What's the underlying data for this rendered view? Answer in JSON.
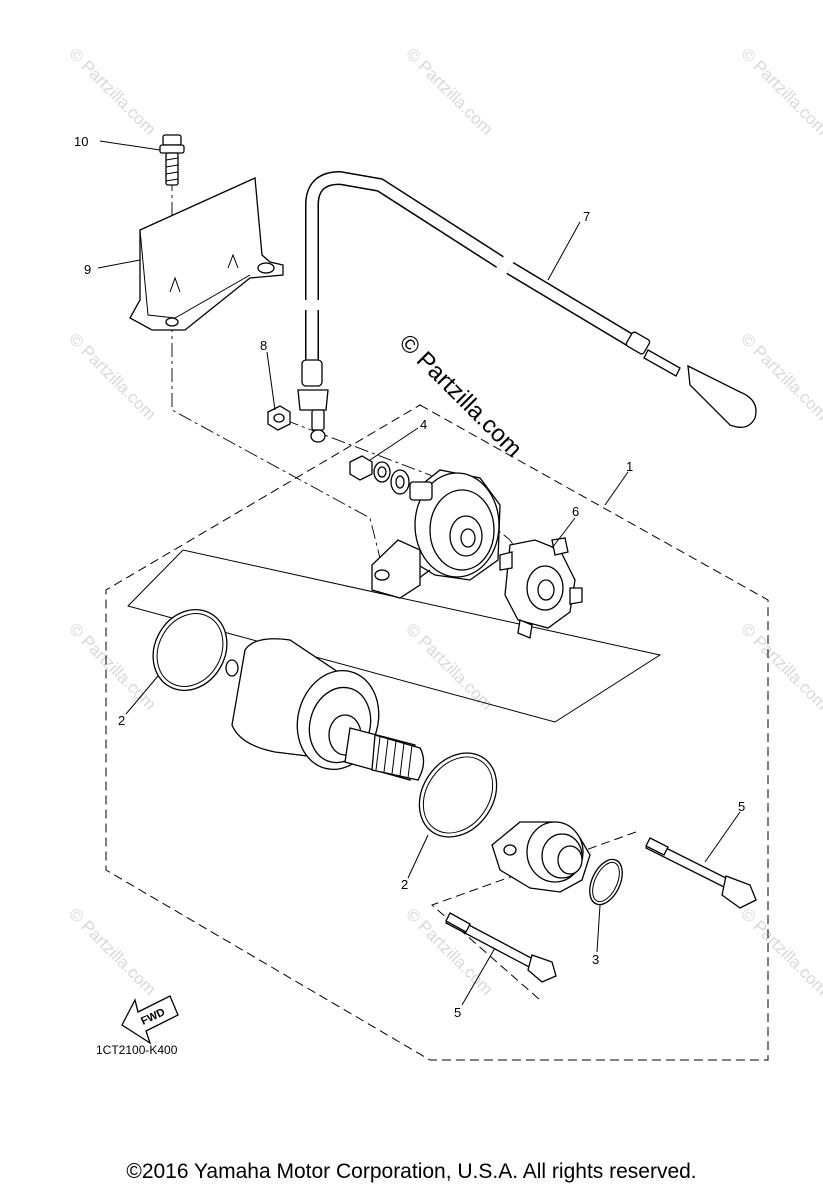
{
  "diagram": {
    "callouts": [
      {
        "key": "p10",
        "label": "10"
      },
      {
        "key": "p9",
        "label": "9"
      },
      {
        "key": "p8",
        "label": "8"
      },
      {
        "key": "p7",
        "label": "7"
      },
      {
        "key": "p4",
        "label": "4"
      },
      {
        "key": "p1",
        "label": "1"
      },
      {
        "key": "p6",
        "label": "6"
      },
      {
        "key": "p2a",
        "label": "2"
      },
      {
        "key": "p2b",
        "label": "2"
      },
      {
        "key": "p5a",
        "label": "5"
      },
      {
        "key": "p5b",
        "label": "5"
      },
      {
        "key": "p3",
        "label": "3"
      }
    ],
    "diagram_code": "1CT2100-K400",
    "fwd_label": "FWD",
    "watermark_center": "© Partzilla.com",
    "watermark_tile": "© Partzilla.com"
  },
  "footer": {
    "copyright": "©2016  Yamaha Motor Corporation, U.S.A. All rights reserved."
  }
}
